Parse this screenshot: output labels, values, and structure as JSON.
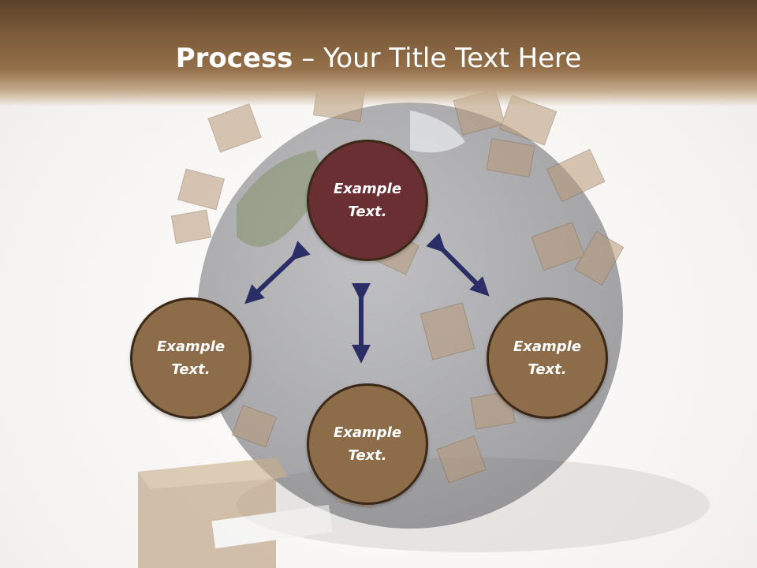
{
  "title": {
    "bold": "Process",
    "rest": " – Your Title Text Here"
  },
  "nodes": [
    {
      "id": "top",
      "label": "Example\nText."
    },
    {
      "id": "left",
      "label": "Example\nText."
    },
    {
      "id": "right",
      "label": "Example\nText."
    },
    {
      "id": "bottom",
      "label": "Example\nText."
    }
  ],
  "colors": {
    "header": "#7a5a39",
    "node_primary": "#692f33",
    "node_secondary": "#8c6c49",
    "arrow": "#2b2e66"
  }
}
